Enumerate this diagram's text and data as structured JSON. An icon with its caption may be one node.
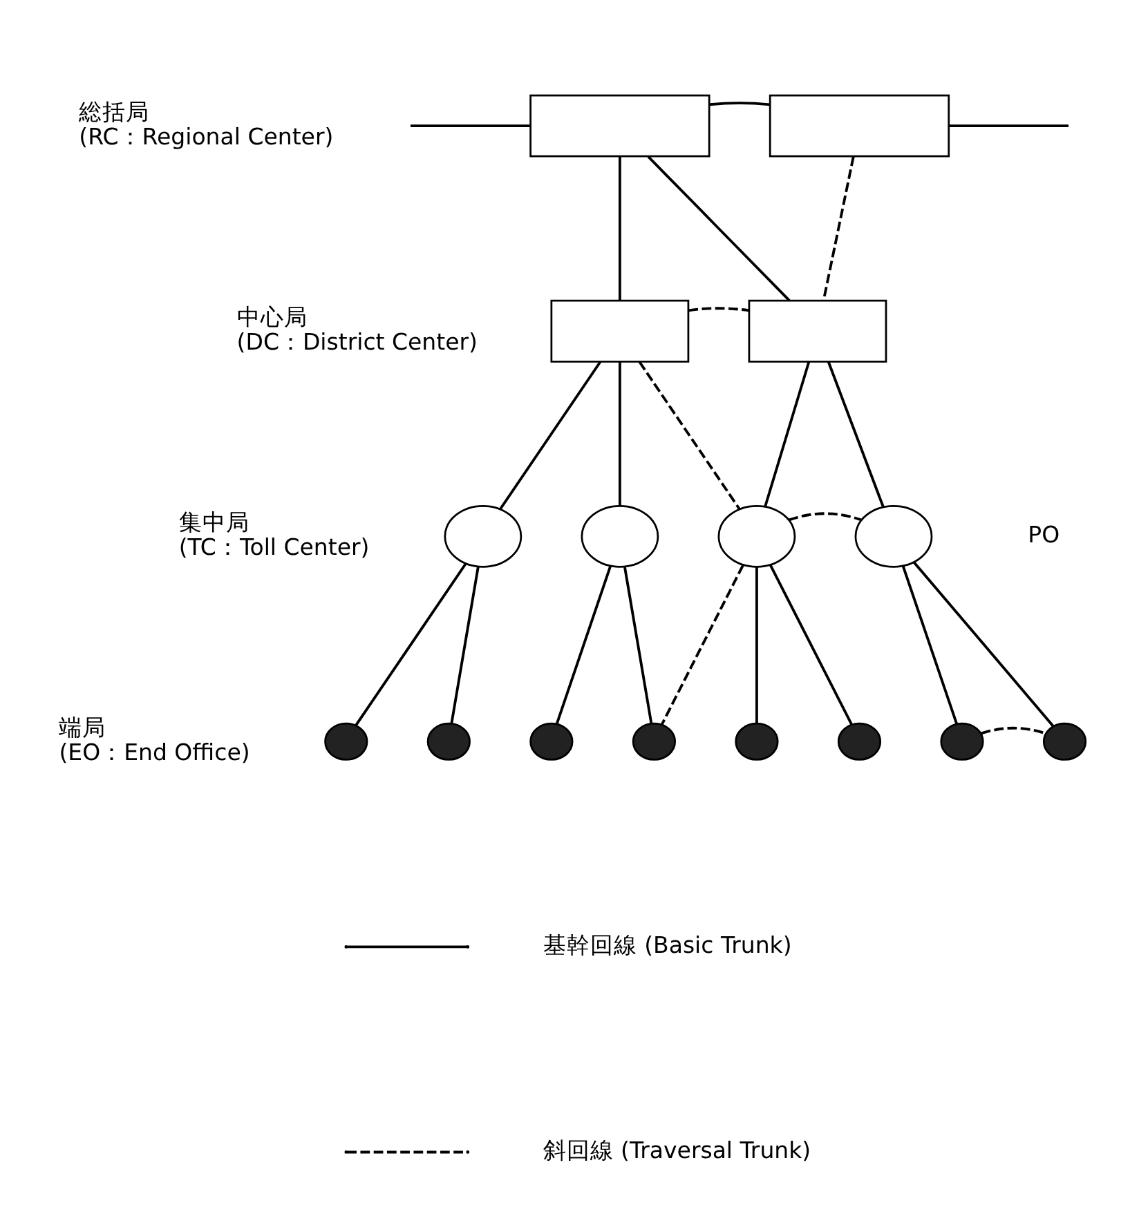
{
  "diagram": {
    "nodes": [
      {
        "text": [],
        "shape": "box"
      },
      {
        "text": [],
        "shape": "box"
      },
      {
        "text": [],
        "shape": "box"
      },
      {
        "text": [],
        "shape": "box"
      },
      {
        "text": [],
        "shape": "circle"
      },
      {
        "text": [],
        "shape": "circle"
      },
      {
        "text": [],
        "shape": "circle"
      },
      {
        "text": [],
        "shape": "circle"
      },
      {
        "text": [],
        "shape": "circle"
      },
      {
        "text": [],
        "shape": "circle"
      },
      {
        "text": [],
        "shape": "circle"
      },
      {
        "text": [],
        "shape": "circle"
      },
      {
        "text": [],
        "shape": "circle"
      },
      {
        "text": [],
        "shape": "circle"
      },
      {
        "text": [],
        "shape": "circle"
      },
      {
        "text": [],
        "shape": "circle"
      }
    ],
    "edges": [
      {
        "from": null,
        "to": 0,
        "arrow": "none"
      },
      {
        "from": 0,
        "to": 1,
        "arrow": "none"
      },
      {
        "from": 1,
        "to": null,
        "arrow": "none"
      },
      {
        "from": 0,
        "to": 2,
        "arrow": "none"
      },
      {
        "from": 0,
        "to": 3,
        "arrow": "none"
      },
      {
        "from": 1,
        "to": 3,
        "arrow": "none",
        "style": "dashed"
      },
      {
        "from": 2,
        "to": 3,
        "arrow": "none",
        "style": "dashed"
      },
      {
        "from": 2,
        "to": 4,
        "arrow": "none"
      },
      {
        "from": 2,
        "to": 5,
        "arrow": "none"
      },
      {
        "from": 2,
        "to": 6,
        "arrow": "none",
        "style": "dashed"
      },
      {
        "from": 3,
        "to": 6,
        "arrow": "none"
      },
      {
        "from": 3,
        "to": 7,
        "arrow": "none"
      },
      {
        "from": 6,
        "to": 7,
        "arrow": "none",
        "style": "dashed"
      },
      {
        "from": 4,
        "to": 8,
        "arrow": "none"
      },
      {
        "from": 4,
        "to": 9,
        "arrow": "none"
      },
      {
        "from": 5,
        "to": 10,
        "arrow": "none"
      },
      {
        "from": 5,
        "to": 11,
        "arrow": "none"
      },
      {
        "from": 6,
        "to": 11,
        "arrow": "none",
        "style": "dashed"
      },
      {
        "from": 6,
        "to": 12,
        "arrow": "none"
      },
      {
        "from": 6,
        "to": 13,
        "arrow": "none"
      },
      {
        "from": 7,
        "to": 14,
        "arrow": "none"
      },
      {
        "from": 7,
        "to": 15,
        "arrow": "none"
      },
      {
        "from": 14,
        "to": 15,
        "arrow": "none",
        "style": "dashed"
      }
    ],
    "labels": [
      "総括局",
      "(RC：Regional Center)",
      "中心局",
      "(DC：District Center)",
      "集中局",
      "(TC：Toll Center)",
      "PO",
      "端局",
      "(EO：End Office)"
    ],
    "legend": [
      {
        "text": "基幹回線 (Basic Trunk)"
      },
      {
        "text": "斜回線 (Traversal Trunk)"
      }
    ]
  }
}
